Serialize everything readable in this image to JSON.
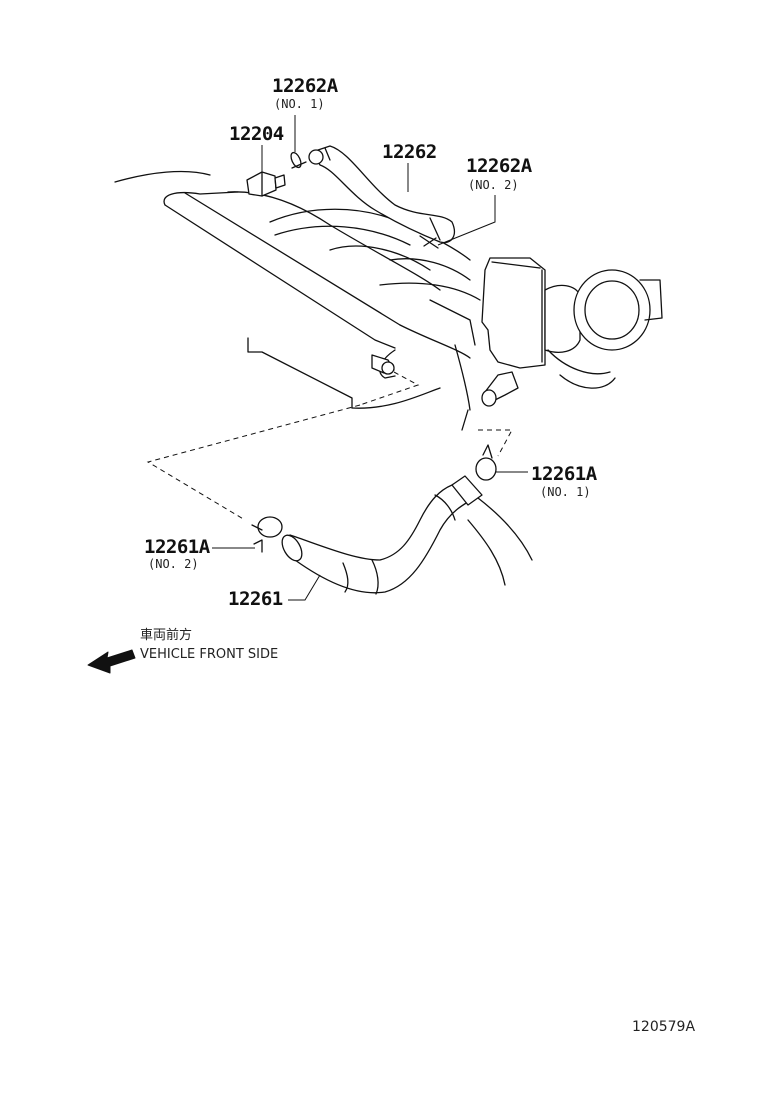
{
  "parts": {
    "clamp_no1_top": {
      "number": "12262A",
      "sub": "(NO. 1)"
    },
    "pcv_valve": {
      "number": "12204"
    },
    "ventilation_hose_no2": {
      "number": "12262"
    },
    "clamp_no2_top": {
      "number": "12262A",
      "sub": "(NO. 2)"
    },
    "clamp_no1_bottom": {
      "number": "12261A",
      "sub": "(NO. 1)"
    },
    "clamp_no2_bottom": {
      "number": "12261A",
      "sub": "(NO. 2)"
    },
    "ventilation_hose": {
      "number": "12261"
    }
  },
  "direction": {
    "japanese": "車両前方",
    "english": "VEHICLE FRONT SIDE"
  },
  "illustration_id": "120579A"
}
